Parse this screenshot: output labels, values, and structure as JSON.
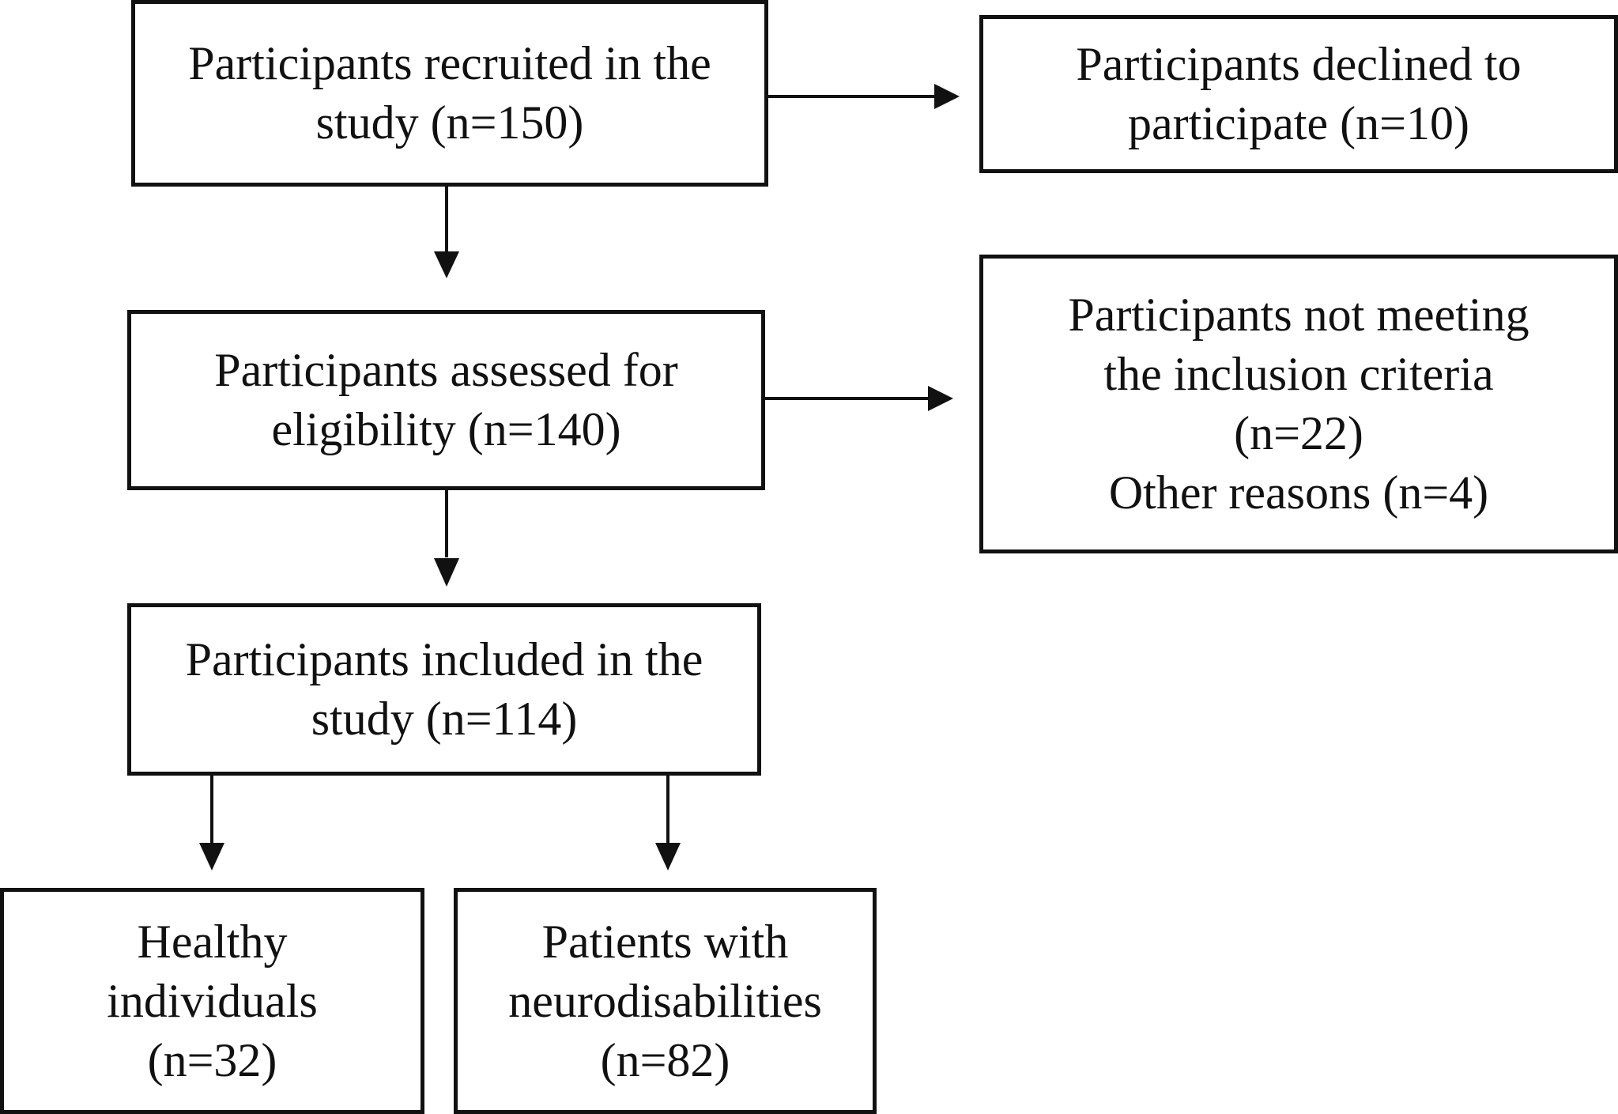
{
  "flowchart": {
    "recruited": {
      "lines": [
        "Participants recruited in the",
        "study (n=150)"
      ]
    },
    "declined": {
      "lines": [
        "Participants declined to",
        "participate (n=10)"
      ]
    },
    "assessed": {
      "lines": [
        "Participants assessed for",
        "eligibility (n=140)"
      ]
    },
    "excluded": {
      "lines": [
        "Participants not meeting",
        "the inclusion criteria",
        "(n=22)",
        "Other reasons (n=4)"
      ]
    },
    "included": {
      "lines": [
        "Participants included in the",
        "study (n=114)"
      ]
    },
    "healthy": {
      "lines": [
        "Healthy",
        "individuals",
        "(n=32)"
      ]
    },
    "patients": {
      "lines": [
        "Patients with",
        "neurodisabilities",
        "(n=82)"
      ]
    }
  },
  "colors": {
    "stroke": "#111111",
    "background": "#ffffff"
  }
}
